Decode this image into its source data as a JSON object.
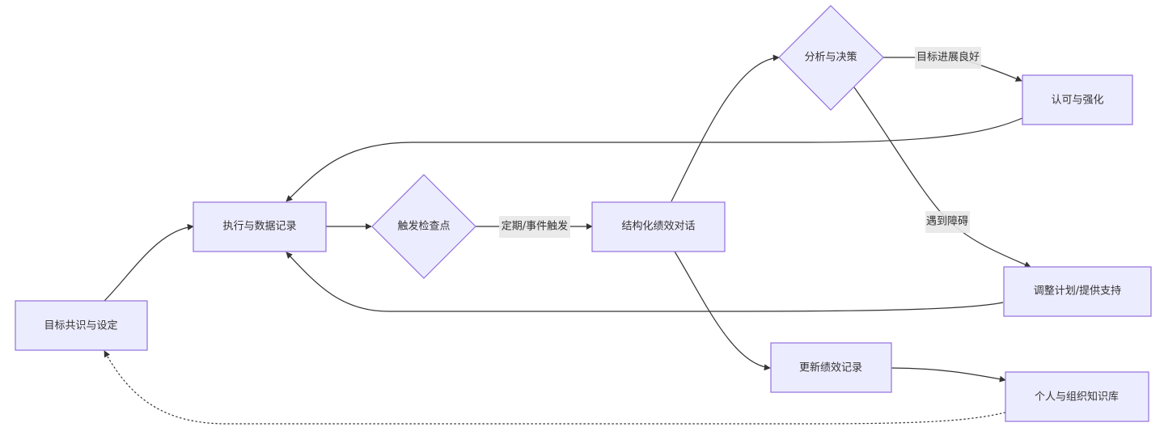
{
  "diagram": {
    "type": "flowchart",
    "nodes": {
      "goal": {
        "label": "目标共识与设定",
        "shape": "rect"
      },
      "exec": {
        "label": "执行与数据记录",
        "shape": "rect"
      },
      "trigger": {
        "label": "触发检查点",
        "shape": "diamond"
      },
      "dialog": {
        "label": "结构化绩效对话",
        "shape": "rect"
      },
      "analyze": {
        "label": "分析与决策",
        "shape": "diamond"
      },
      "recognize": {
        "label": "认可与强化",
        "shape": "rect"
      },
      "adjust": {
        "label": "调整计划/提供支持",
        "shape": "rect"
      },
      "update": {
        "label": "更新绩效记录",
        "shape": "rect"
      },
      "knowledge": {
        "label": "个人与组织知识库",
        "shape": "rect"
      }
    },
    "edges": [
      {
        "from": "goal",
        "to": "exec",
        "label": "",
        "style": "solid"
      },
      {
        "from": "exec",
        "to": "trigger",
        "label": "",
        "style": "solid"
      },
      {
        "from": "trigger",
        "to": "dialog",
        "label": "定期/事件触发",
        "style": "solid"
      },
      {
        "from": "dialog",
        "to": "analyze",
        "label": "",
        "style": "solid"
      },
      {
        "from": "dialog",
        "to": "update",
        "label": "",
        "style": "solid"
      },
      {
        "from": "analyze",
        "to": "recognize",
        "label": "目标进展良好",
        "style": "solid"
      },
      {
        "from": "analyze",
        "to": "adjust",
        "label": "遇到障碍",
        "style": "solid"
      },
      {
        "from": "recognize",
        "to": "exec",
        "label": "",
        "style": "solid"
      },
      {
        "from": "adjust",
        "to": "exec",
        "label": "",
        "style": "solid"
      },
      {
        "from": "update",
        "to": "knowledge",
        "label": "",
        "style": "solid"
      },
      {
        "from": "knowledge",
        "to": "goal",
        "label": "",
        "style": "dotted"
      }
    ]
  }
}
